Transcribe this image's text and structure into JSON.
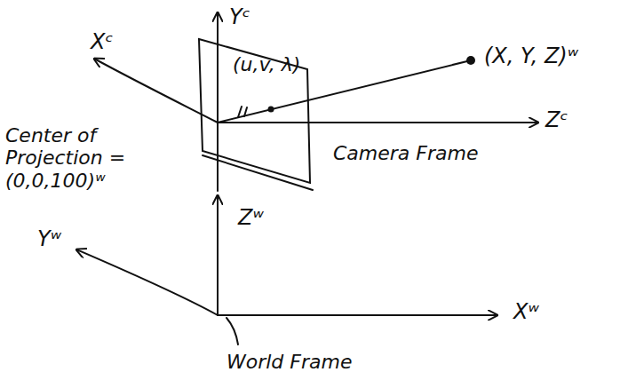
{
  "diagram": {
    "labels": [
      "Yᶜ",
      "Xᶜ",
      "Zᶜ",
      "(u,v, λ)",
      "(X, Y, Z)ʷ",
      "Center of Projection =(0,0,100)ʷ",
      "Camera Frame",
      "Yʷ",
      "Zʷ",
      "Xʷ",
      "World Frame"
    ]
  }
}
